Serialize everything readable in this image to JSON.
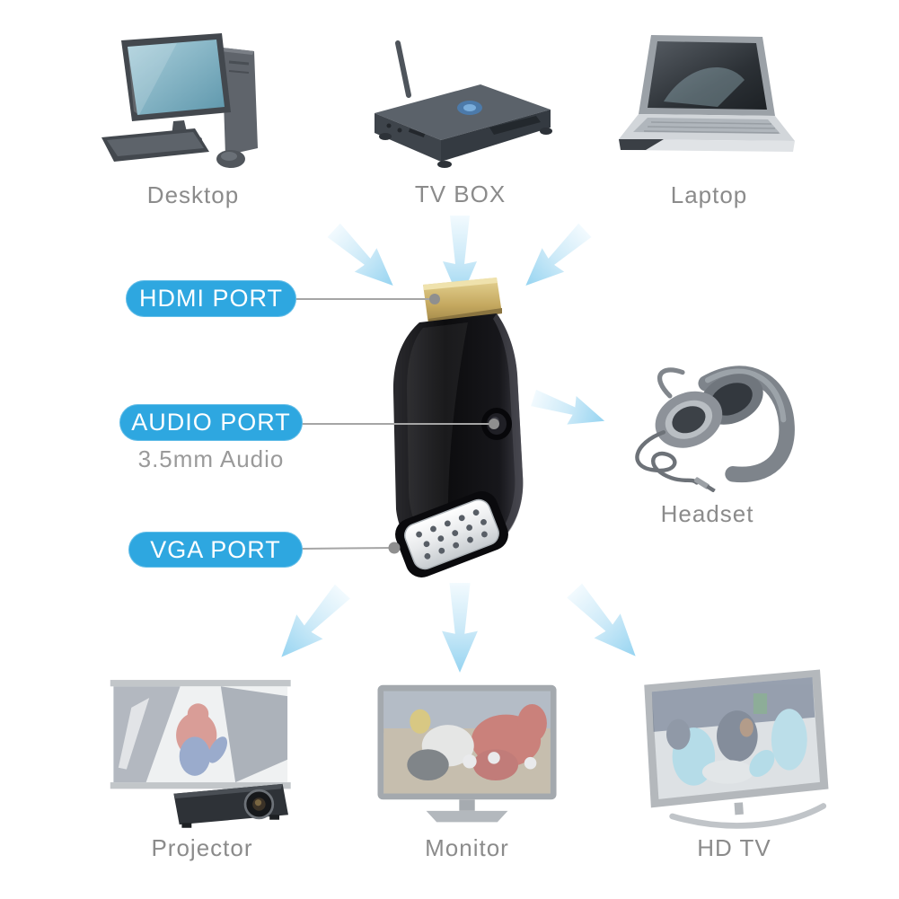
{
  "colors": {
    "background": "#ffffff",
    "badge_blue": "#2ea7e0",
    "badge_text": "#ffffff",
    "device_label_gray": "#8b8b8b",
    "sublabel_gray": "#9a9a9a",
    "connector_line_gray": "#a5a5a5",
    "arrow_blue": "#96d4f1",
    "hdmi_gold": "#c4a85f",
    "adapter_body_black": "#121214"
  },
  "ports": {
    "hdmi": {
      "label": "HDMI PORT"
    },
    "audio": {
      "label": "AUDIO PORT",
      "sublabel": "3.5mm Audio"
    },
    "vga": {
      "label": "VGA PORT"
    }
  },
  "devices": {
    "sources": [
      {
        "label": "Desktop",
        "icon": "desktop-computer-icon"
      },
      {
        "label": "TV BOX",
        "icon": "tv-box-icon"
      },
      {
        "label": "Laptop",
        "icon": "laptop-icon"
      }
    ],
    "audio_output": {
      "label": "Headset",
      "icon": "headset-icon"
    },
    "video_outputs": [
      {
        "label": "Projector",
        "icon": "projector-icon"
      },
      {
        "label": "Monitor",
        "icon": "monitor-icon"
      },
      {
        "label": "HD TV",
        "icon": "hd-tv-icon"
      }
    ]
  }
}
